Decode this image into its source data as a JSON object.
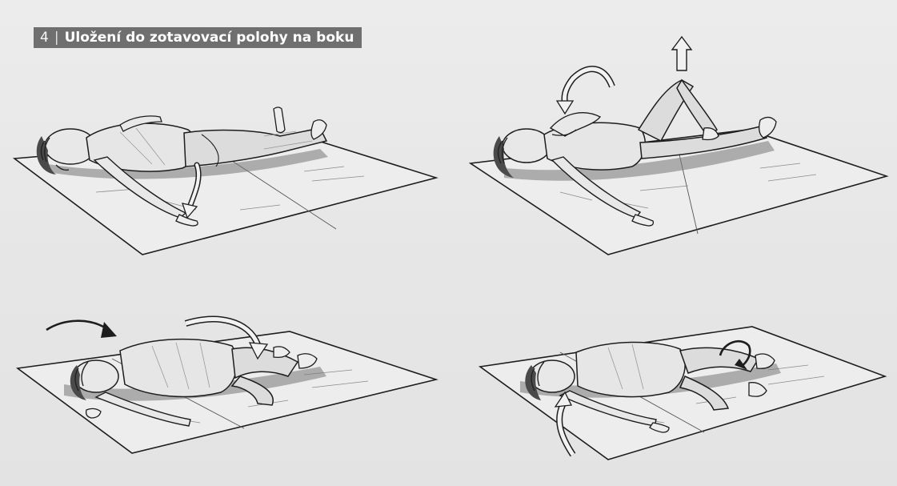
{
  "heading": {
    "number": "4",
    "separator": "|",
    "title": "Uložení do zotavovací polohy na boku"
  },
  "colors": {
    "background": "#e9e9e9",
    "heading_bg": "#6f6f6f",
    "heading_text": "#ffffff",
    "ink": "#1d1d1d",
    "shade": "#8a8a8a",
    "arrow_fill": "#f2f2f2"
  },
  "panels": [
    {
      "name": "step-1-supine",
      "icon": "arrow-down-icon"
    },
    {
      "name": "step-2-knee-bent",
      "icon": "arrow-up-icon"
    },
    {
      "name": "step-3-roll-over",
      "icon": "curved-arrow-icon"
    },
    {
      "name": "step-4-recovery-position",
      "icon": "curved-arrow-icon"
    }
  ]
}
